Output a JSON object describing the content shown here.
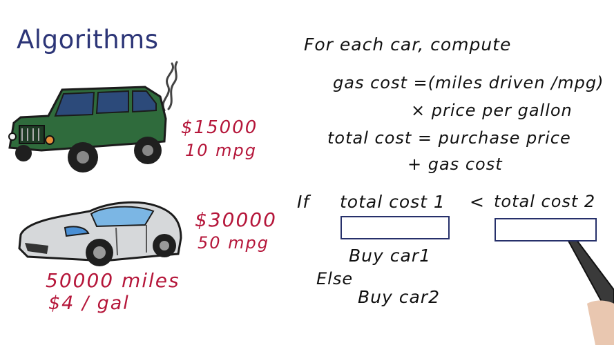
{
  "title": "Algorithms",
  "car1": {
    "price": "$15000",
    "mpg": "10 mpg",
    "icon": "green-suv-icon"
  },
  "car2": {
    "price": "$30000",
    "mpg": "50 mpg",
    "icon": "silver-sedan-icon"
  },
  "assumptions": {
    "miles": "50000 miles",
    "gas_price": "$4 / gal"
  },
  "algorithm": {
    "intro": "For each car, compute",
    "gas_cost_line1": "gas cost =(miles driven /mpg)",
    "gas_cost_line2": "× price per gallon",
    "total_cost_line1": "total cost = purchase price",
    "total_cost_line2": "+ gas cost",
    "if_label": "If",
    "compare_left": "total cost 1",
    "compare_op": "<",
    "compare_right": "total cost 2",
    "then_action": "Buy car1",
    "else_label": "Else",
    "else_action": "Buy car2"
  },
  "blanks": {
    "blank1_value": "",
    "blank2_value": ""
  },
  "colors": {
    "title": "#2c3577",
    "ink": "#111111",
    "red_ink": "#b5163a",
    "box_border": "#26306a",
    "suv_green": "#2f6b3c",
    "sedan_silver": "#d6d8da"
  }
}
